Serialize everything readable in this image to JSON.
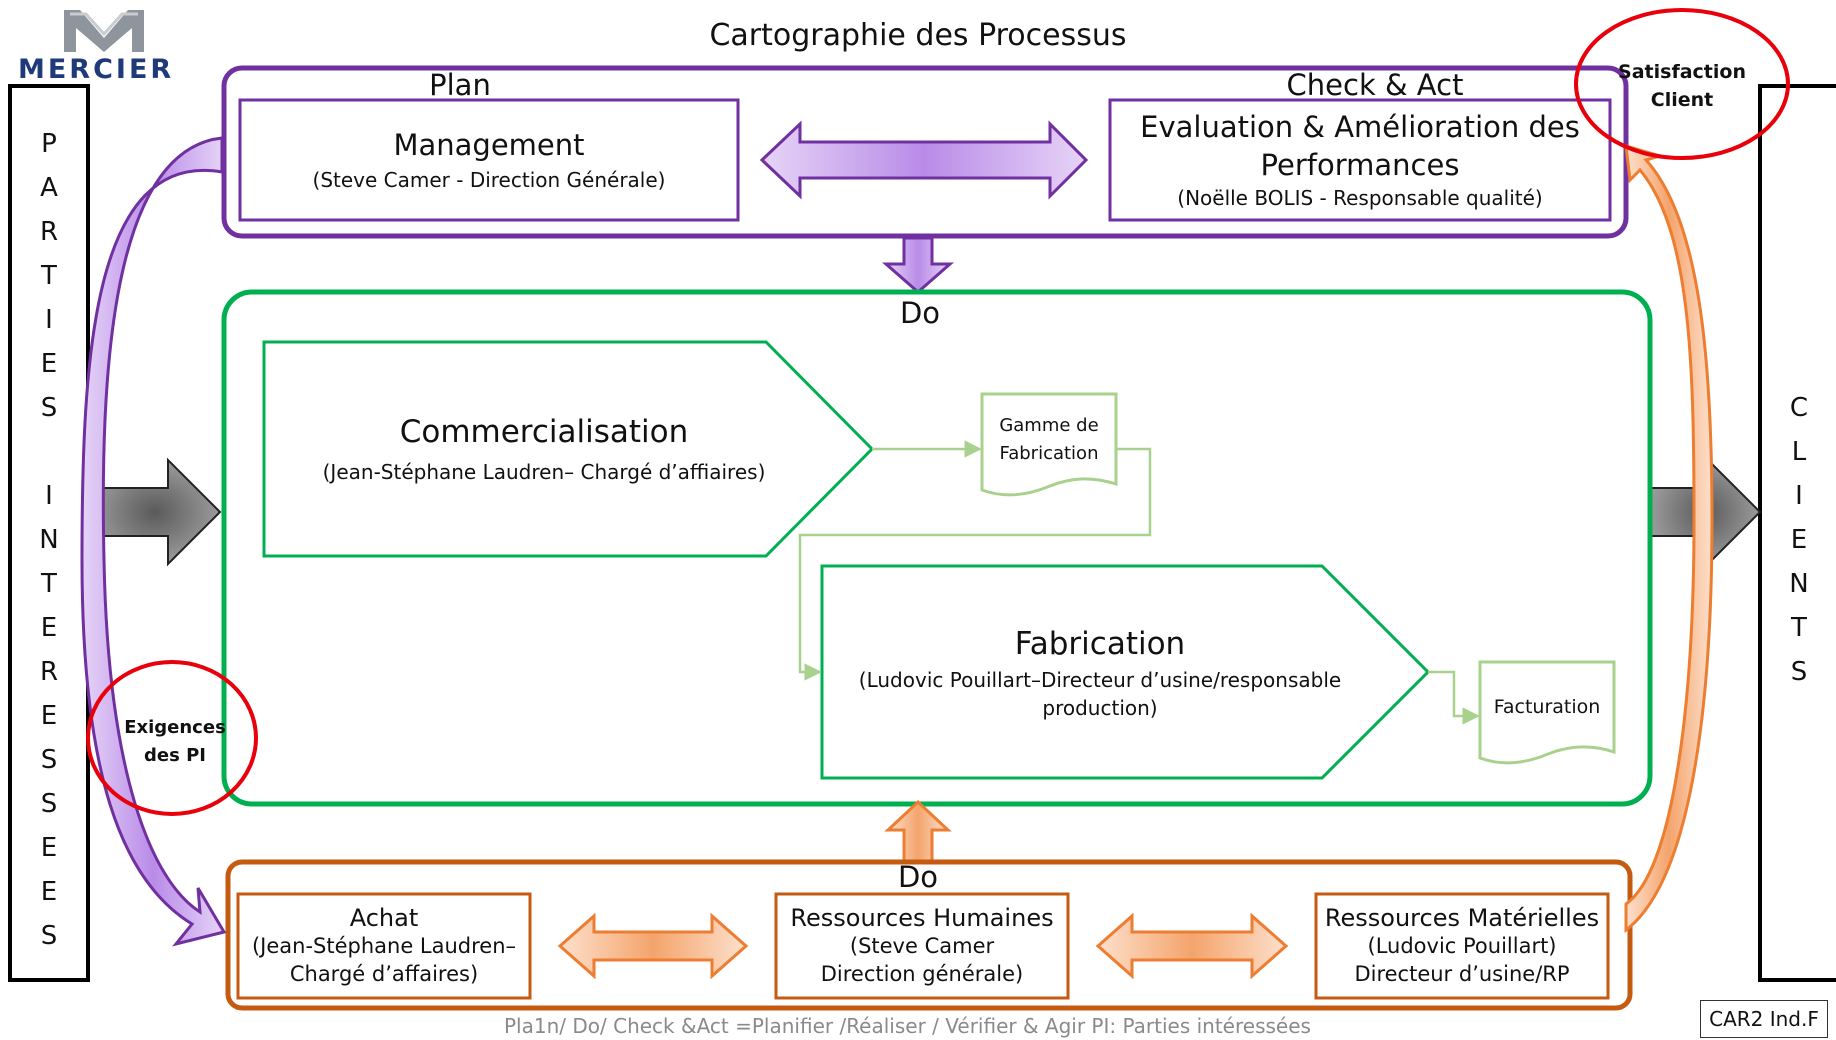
{
  "title": "Cartographie des Processus",
  "logo": {
    "text": "MERCIER"
  },
  "left_side": {
    "letters": [
      "P",
      "A",
      "R",
      "T",
      "I",
      "E",
      "S",
      "",
      "I",
      "N",
      "T",
      "E",
      "R",
      "E",
      "S",
      "S",
      "E",
      "E",
      "S"
    ]
  },
  "right_side": {
    "letters": [
      "C",
      "L",
      "I",
      "E",
      "N",
      "T",
      "S"
    ]
  },
  "plan": {
    "label": "Plan",
    "management": {
      "title": "Management",
      "owner": "(Steve Camer  - Direction Générale)"
    }
  },
  "check_act": {
    "label": "Check & Act",
    "evaluation": {
      "title_line1": "Evaluation & Amélioration des",
      "title_line2": "Performances",
      "owner": "(Noëlle BOLIS - Responsable qualité)"
    }
  },
  "satisfaction": {
    "line1": "Satisfaction",
    "line2": "Client"
  },
  "exigences": {
    "line1": "Exigences",
    "line2": "des PI"
  },
  "do_main": {
    "label": "Do",
    "commercialisation": {
      "title": "Commercialisation",
      "owner": "(Jean-Stéphane Laudren– Chargé d’affiaires)"
    },
    "gamme": {
      "line1": "Gamme de",
      "line2": "Fabrication"
    },
    "fabrication": {
      "title": "Fabrication",
      "owner_line1": "(Ludovic Pouillart–Directeur d’usine/responsable",
      "owner_line2": "production)"
    },
    "facturation": "Facturation"
  },
  "do_support": {
    "label": "Do",
    "achat": {
      "title": "Achat",
      "line2": "(Jean-Stéphane Laudren–",
      "line3": "Chargé d’affaires)"
    },
    "rh": {
      "title": "Ressources Humaines",
      "line2": "(Steve Camer",
      "line3": "Direction générale)"
    },
    "rm": {
      "title": "Ressources Matérielles",
      "line2": "(Ludovic Pouillart)",
      "line3": "Directeur d’usine/RP"
    }
  },
  "footer": "Pla1n/ Do/ Check &Act =Planifier /Réaliser / Vérifier & Agir PI: Parties intéressées",
  "code": "CAR2 Ind.F",
  "colors": {
    "purple": "#7030a0",
    "green": "#00b050",
    "orange": "#c55a11",
    "red": "#e8000b",
    "light_green": "#a9d18e"
  }
}
